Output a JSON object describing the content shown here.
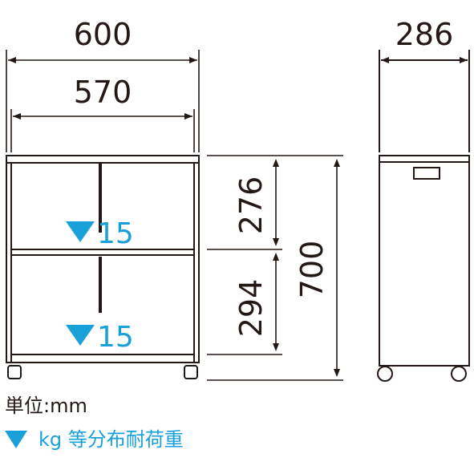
{
  "dimensions": {
    "width_outer": "600",
    "width_inner": "570",
    "depth": "286",
    "height_total": "700",
    "shelf_upper": "276",
    "shelf_lower": "294"
  },
  "loads": {
    "upper": "15",
    "lower": "15"
  },
  "legend": {
    "unit": "単位:mm",
    "load_note": "kg 等分布耐荷重"
  },
  "colors": {
    "line": "#231815",
    "accent": "#1aa0d9"
  }
}
